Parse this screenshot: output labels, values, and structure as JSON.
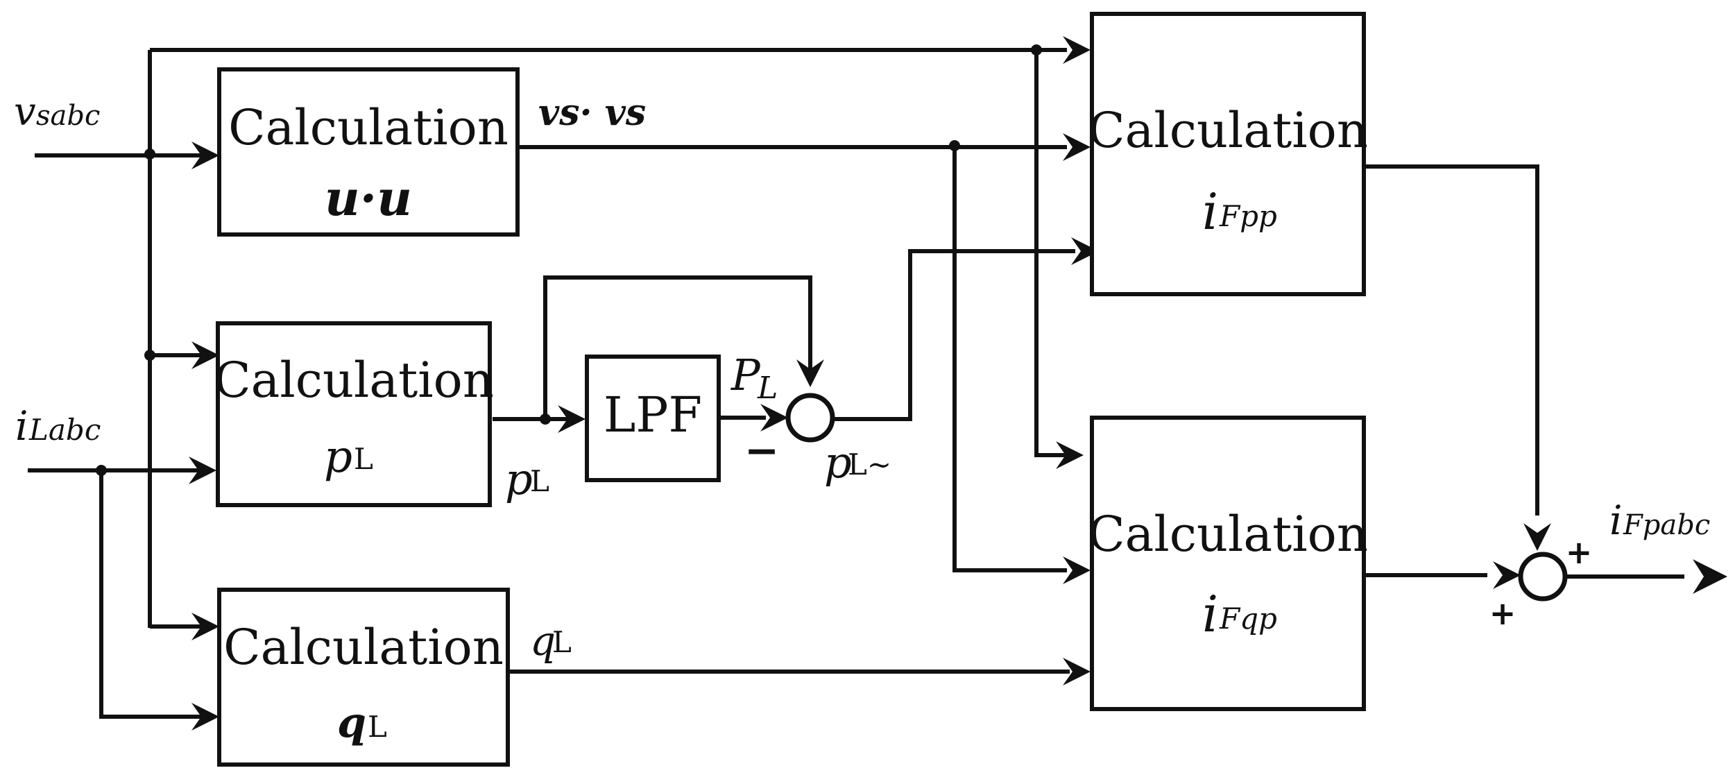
{
  "inputs": {
    "vsabc": {
      "sym": "v",
      "sub": "sabc"
    },
    "iLabc": {
      "sym": "i",
      "sub": "Labc"
    }
  },
  "blocks": {
    "uu": {
      "title": "Calculation",
      "expr": "u·u"
    },
    "pL": {
      "title": "Calculation",
      "sym": "p",
      "sub": "L"
    },
    "qL": {
      "title": "Calculation",
      "sym": "q",
      "sub": "L"
    },
    "lpf": {
      "title": "LPF"
    },
    "iFpp": {
      "title": "Calculation",
      "sym": "i",
      "sub": "Fpp"
    },
    "iFqp": {
      "title": "Calculation",
      "sym": "i",
      "sub": "Fqp"
    }
  },
  "signals": {
    "vsvs": "vs· vs",
    "pL_out": {
      "sym": "p",
      "sub": "L"
    },
    "pL_bar": {
      "sym": "P",
      "sub": "L"
    },
    "pL_ac": {
      "sym": "p",
      "sub": "L~"
    },
    "qL_out": {
      "sym": "q",
      "sub": "L"
    },
    "output": {
      "sym": "i",
      "sub": "Fpabc"
    }
  },
  "signs": {
    "lpf_sum_minus": "−",
    "out_sum_plus_top": "+",
    "out_sum_plus_left": "+"
  }
}
